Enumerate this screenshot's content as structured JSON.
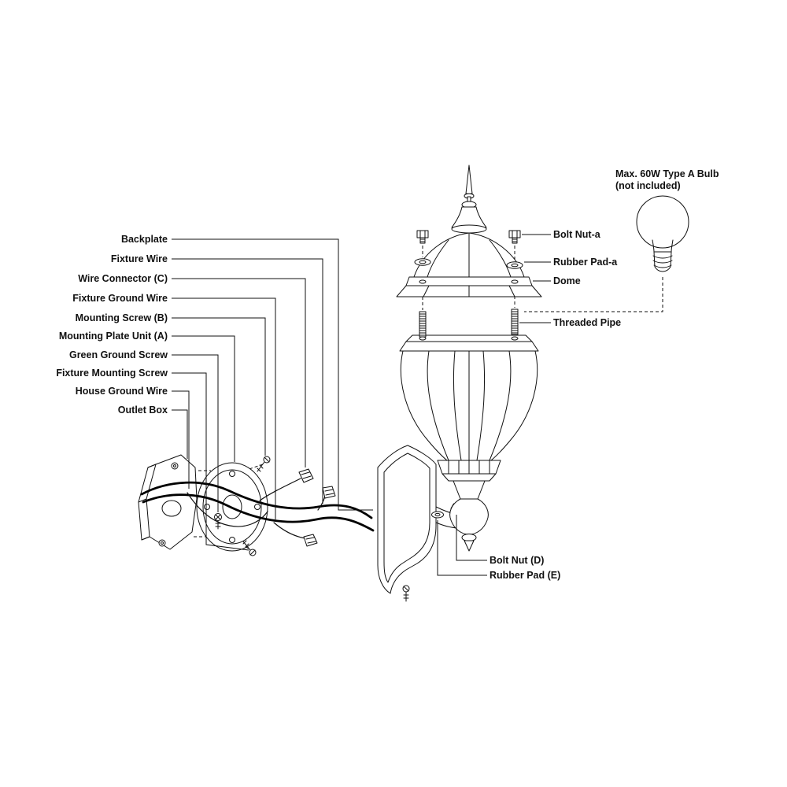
{
  "colors": {
    "background": "#ffffff",
    "line": "#111111",
    "wire": "#000000"
  },
  "labels": {
    "left": [
      "Backplate",
      "Fixture Wire",
      "Wire Connector (C)",
      "Fixture Ground Wire",
      "Mounting Screw (B)",
      "Mounting Plate Unit (A)",
      "Green Ground Screw",
      "Fixture Mounting Screw",
      "House Ground Wire",
      "Outlet Box"
    ],
    "right": [
      "Bolt Nut-a",
      "Rubber Pad-a",
      "Dome",
      "Threaded Pipe"
    ],
    "bottom_right": [
      "Bolt Nut (D)",
      "Rubber Pad (E)"
    ],
    "bulb_note": {
      "line1": "Max. 60W Type A Bulb",
      "line2": "(not included)"
    }
  }
}
